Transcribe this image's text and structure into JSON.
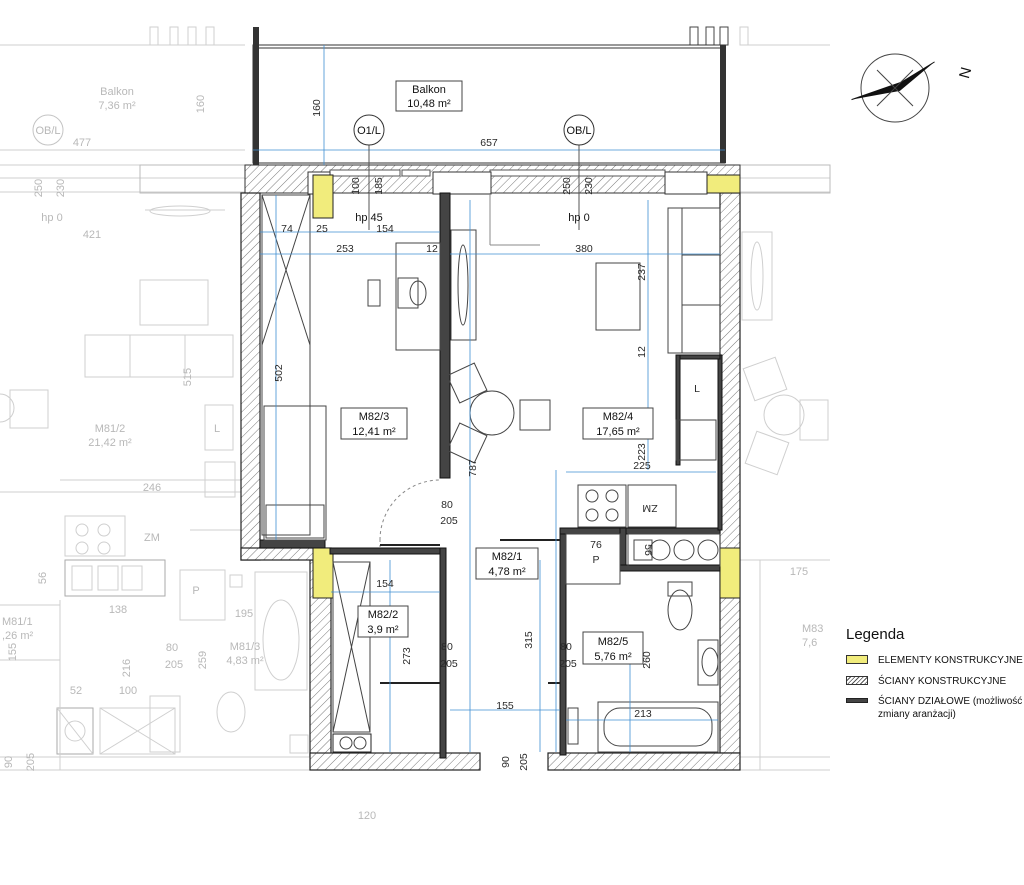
{
  "compass": {
    "north_label": "N"
  },
  "legend": {
    "title": "Legenda",
    "items": [
      {
        "label": "ELEMENTY KONSTRUKCYJNE",
        "swatch": "#f1ec7c"
      },
      {
        "label": "ŚCIANY KONSTRUKCYJNE",
        "swatch": "hatch"
      },
      {
        "label": "ŚCIANY DZIAŁOWE (możliwość zmiany aranżacji)",
        "swatch": "line"
      }
    ]
  },
  "rooms": {
    "balkon": {
      "name": "Balkon",
      "area": "10,48 m²"
    },
    "r3": {
      "name": "M82/3",
      "area": "12,41 m²"
    },
    "r4": {
      "name": "M82/4",
      "area": "17,65 m²"
    },
    "r1": {
      "name": "M82/1",
      "area": "4,78 m²"
    },
    "r2": {
      "name": "M82/2",
      "area": "3,9 m²"
    },
    "r5": {
      "name": "M82/5",
      "area": "5,76 m²"
    }
  },
  "neighbours": {
    "balkon": {
      "name": "Balkon",
      "area": "7,36 m²"
    },
    "m81_2": {
      "name": "M81/2",
      "area": "21,42 m²"
    },
    "m81_3": {
      "name": "M81/3",
      "area": "4,83 m²"
    },
    "m81_1": {
      "name": "M81/1",
      "area": ",26 m²"
    },
    "m83": {
      "name": "M83",
      "area": "7,6"
    }
  },
  "markers": {
    "o1l": "O1/L",
    "obl_center": "OB/L",
    "obl_left": "OB/L",
    "hp45": "hp 45",
    "hp0": "hp 0",
    "hp0_left": "hp 0"
  },
  "dimensions": {
    "d160": "160",
    "d657": "657",
    "d100": "100",
    "d185": "185",
    "d250": "250",
    "d230": "230",
    "d74": "74",
    "d25": "25",
    "d154": "154",
    "d253": "253",
    "d12a": "12",
    "d380": "380",
    "d237": "237",
    "d12b": "12",
    "d502": "502",
    "d223": "223",
    "d225": "225",
    "d787": "787",
    "d80a": "80",
    "d205a": "205",
    "zm": "ZM",
    "d76": "76",
    "p": "P",
    "d56": "56",
    "d154b": "154",
    "d80b": "80",
    "d205b": "205",
    "d273": "273",
    "d315": "315",
    "d80c": "80",
    "d205c": "205",
    "d260": "260",
    "d155": "155",
    "d213": "213",
    "d90": "90",
    "d205d": "205",
    "l": "L"
  },
  "ghost_dims": {
    "g160": "160",
    "g477": "477",
    "g250": "250",
    "g230": "230",
    "g421": "421",
    "g515": "515",
    "g246": "246",
    "gzm": "ZM",
    "g56": "56",
    "g138": "138",
    "gp": "P",
    "g195": "195",
    "g80": "80",
    "g205": "205",
    "g216": "216",
    "g259": "259",
    "g155": "155",
    "g52": "52",
    "g100": "100",
    "g90": "90",
    "g205b": "205",
    "g175": "175",
    "g120": "120",
    "gl": "L"
  },
  "colors": {
    "structural": "#f1ec7c",
    "wall": "#222222",
    "ghost": "#c4c4c4",
    "dimension": "#3f8fd2"
  }
}
